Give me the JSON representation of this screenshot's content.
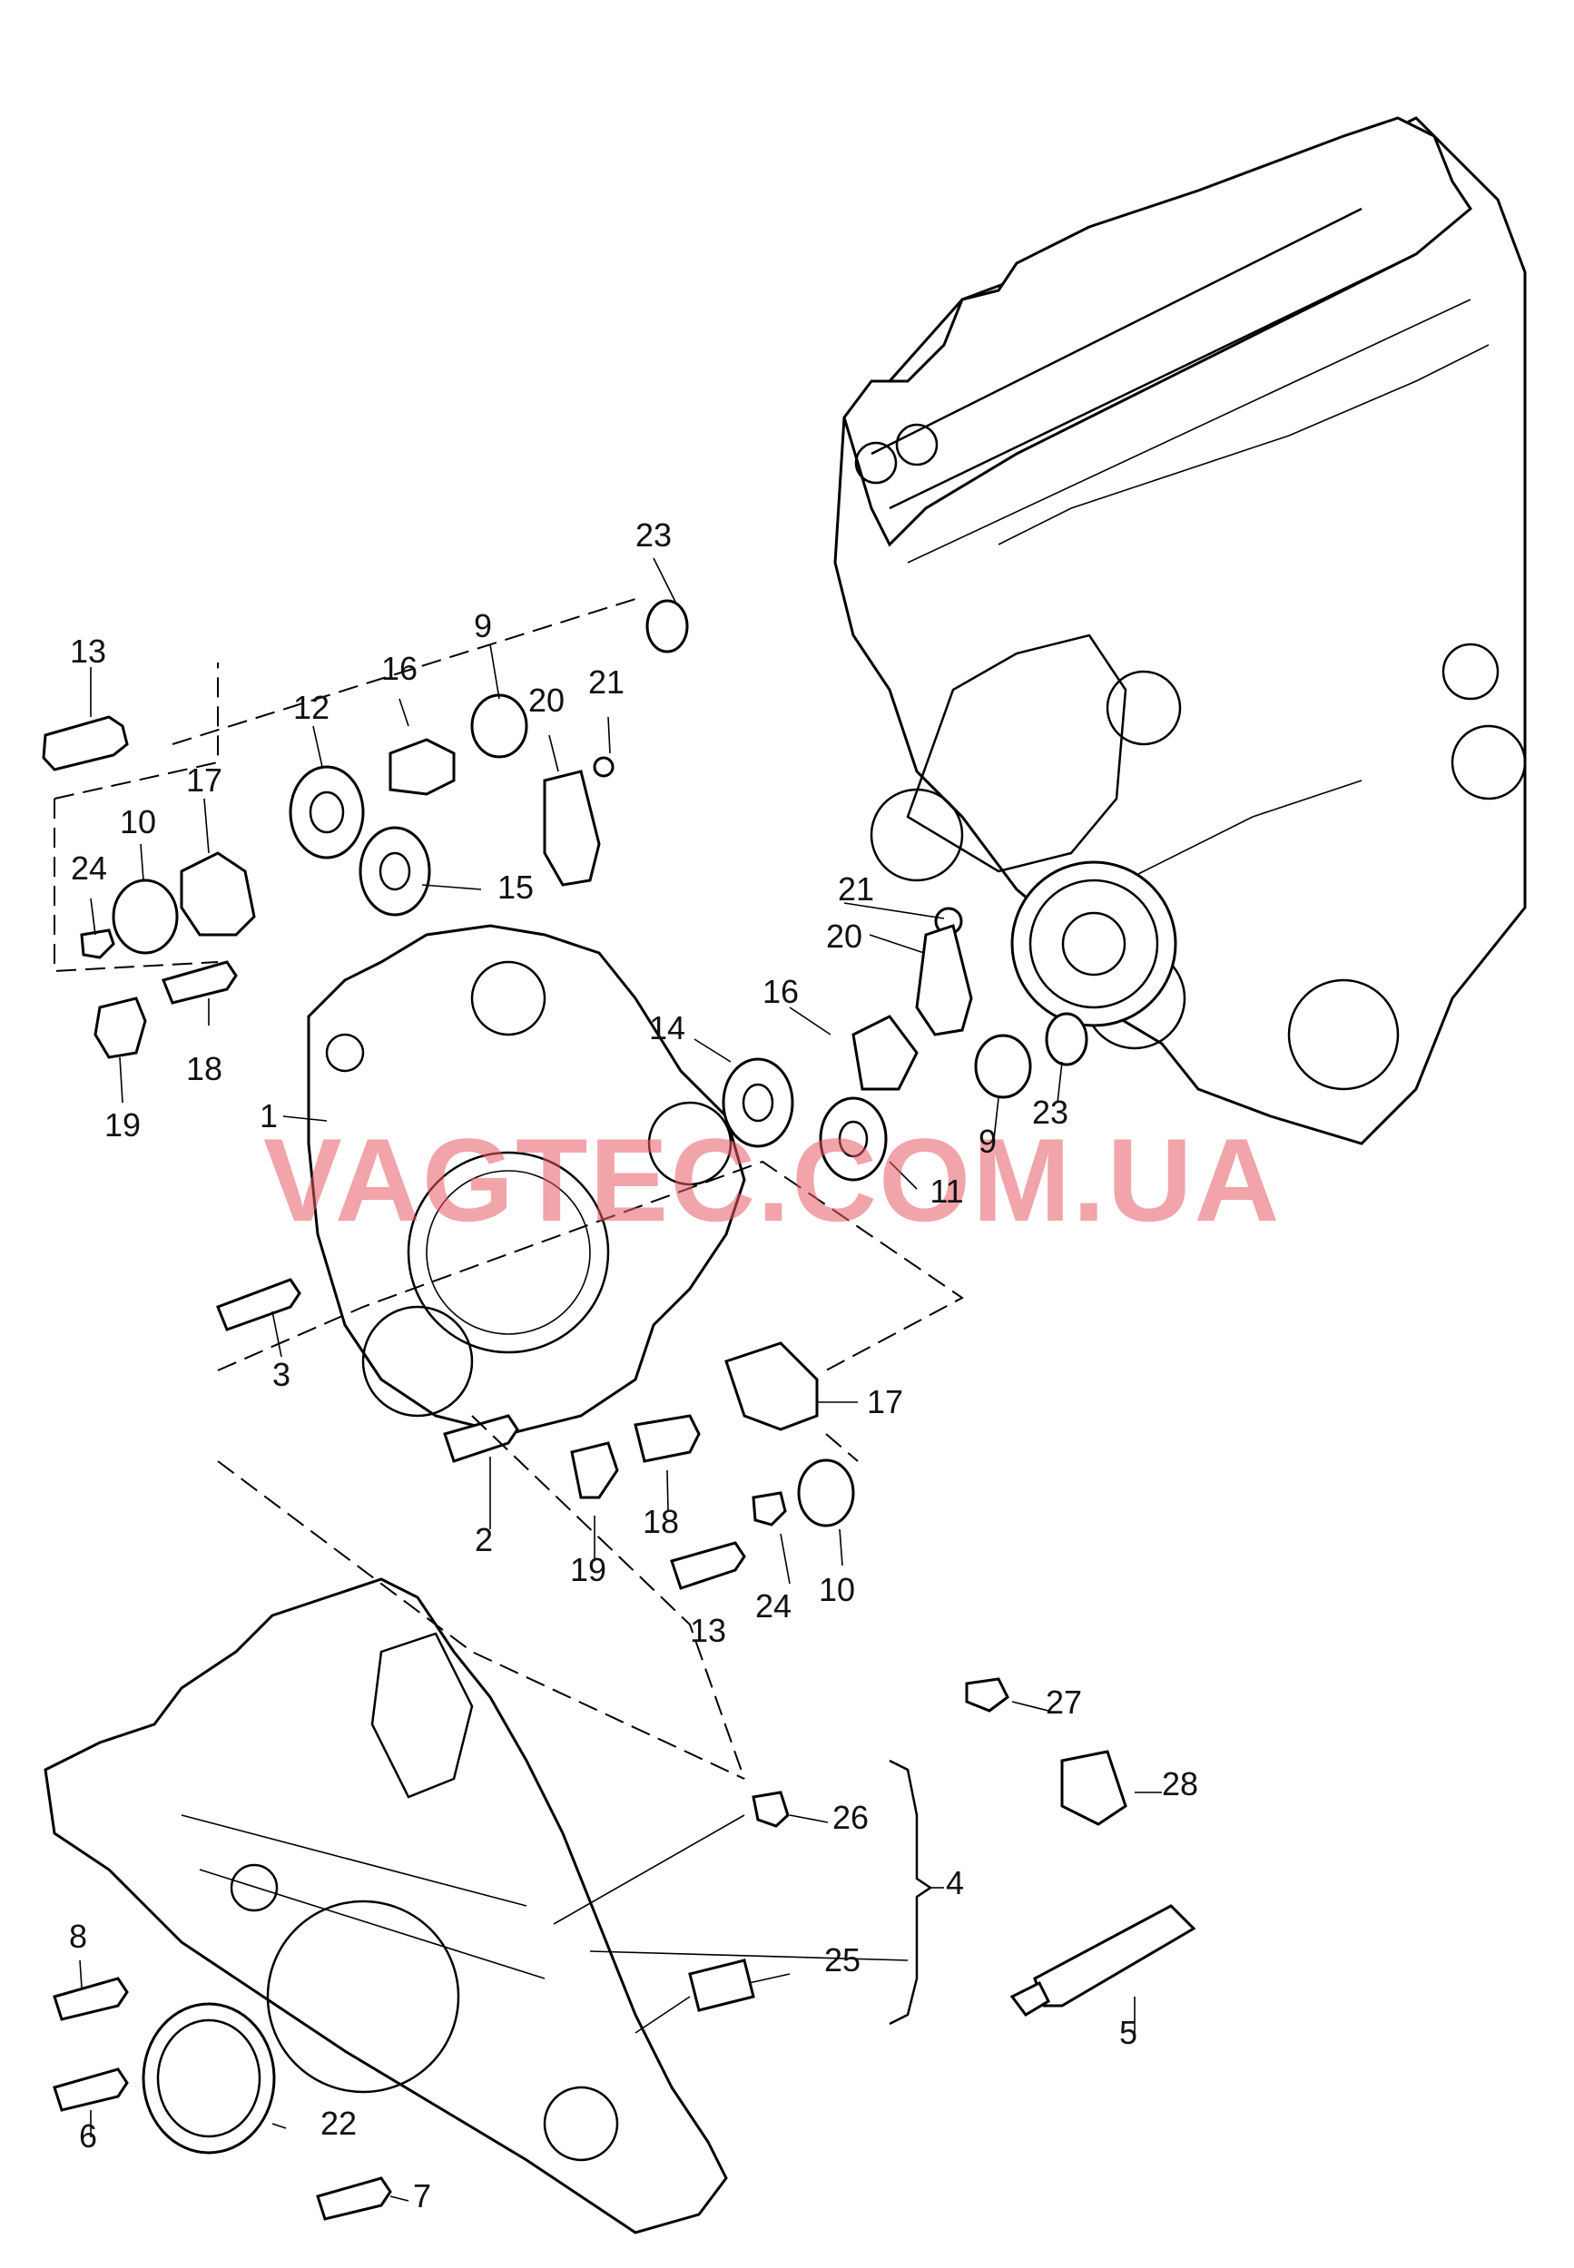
{
  "watermark": "VAGTEC.COM.UA",
  "callouts": [
    {
      "id": "c-23-top",
      "text": "23"
    },
    {
      "id": "c-13-top",
      "text": "13"
    },
    {
      "id": "c-9-top",
      "text": "9"
    },
    {
      "id": "c-16-top",
      "text": "16"
    },
    {
      "id": "c-12",
      "text": "12"
    },
    {
      "id": "c-20-top",
      "text": "20"
    },
    {
      "id": "c-21-top",
      "text": "21"
    },
    {
      "id": "c-17-top",
      "text": "17"
    },
    {
      "id": "c-10-top",
      "text": "10"
    },
    {
      "id": "c-24-top",
      "text": "24"
    },
    {
      "id": "c-15",
      "text": "15"
    },
    {
      "id": "c-18-top",
      "text": "18"
    },
    {
      "id": "c-19-top",
      "text": "19"
    },
    {
      "id": "c-1",
      "text": "1"
    },
    {
      "id": "c-21-mid",
      "text": "21"
    },
    {
      "id": "c-20-mid",
      "text": "20"
    },
    {
      "id": "c-16-mid",
      "text": "16"
    },
    {
      "id": "c-14",
      "text": "14"
    },
    {
      "id": "c-23-mid",
      "text": "23"
    },
    {
      "id": "c-9-mid",
      "text": "9"
    },
    {
      "id": "c-11",
      "text": "11"
    },
    {
      "id": "c-3",
      "text": "3"
    },
    {
      "id": "c-17-mid",
      "text": "17"
    },
    {
      "id": "c-2",
      "text": "2"
    },
    {
      "id": "c-18-mid",
      "text": "18"
    },
    {
      "id": "c-19-mid",
      "text": "19"
    },
    {
      "id": "c-13-mid",
      "text": "13"
    },
    {
      "id": "c-24-mid",
      "text": "24"
    },
    {
      "id": "c-10-mid",
      "text": "10"
    },
    {
      "id": "c-27",
      "text": "27"
    },
    {
      "id": "c-28",
      "text": "28"
    },
    {
      "id": "c-26",
      "text": "26"
    },
    {
      "id": "c-4",
      "text": "4"
    },
    {
      "id": "c-8",
      "text": "8"
    },
    {
      "id": "c-25",
      "text": "25"
    },
    {
      "id": "c-5",
      "text": "5"
    },
    {
      "id": "c-6",
      "text": "6"
    },
    {
      "id": "c-22",
      "text": "22"
    },
    {
      "id": "c-7",
      "text": "7"
    }
  ]
}
